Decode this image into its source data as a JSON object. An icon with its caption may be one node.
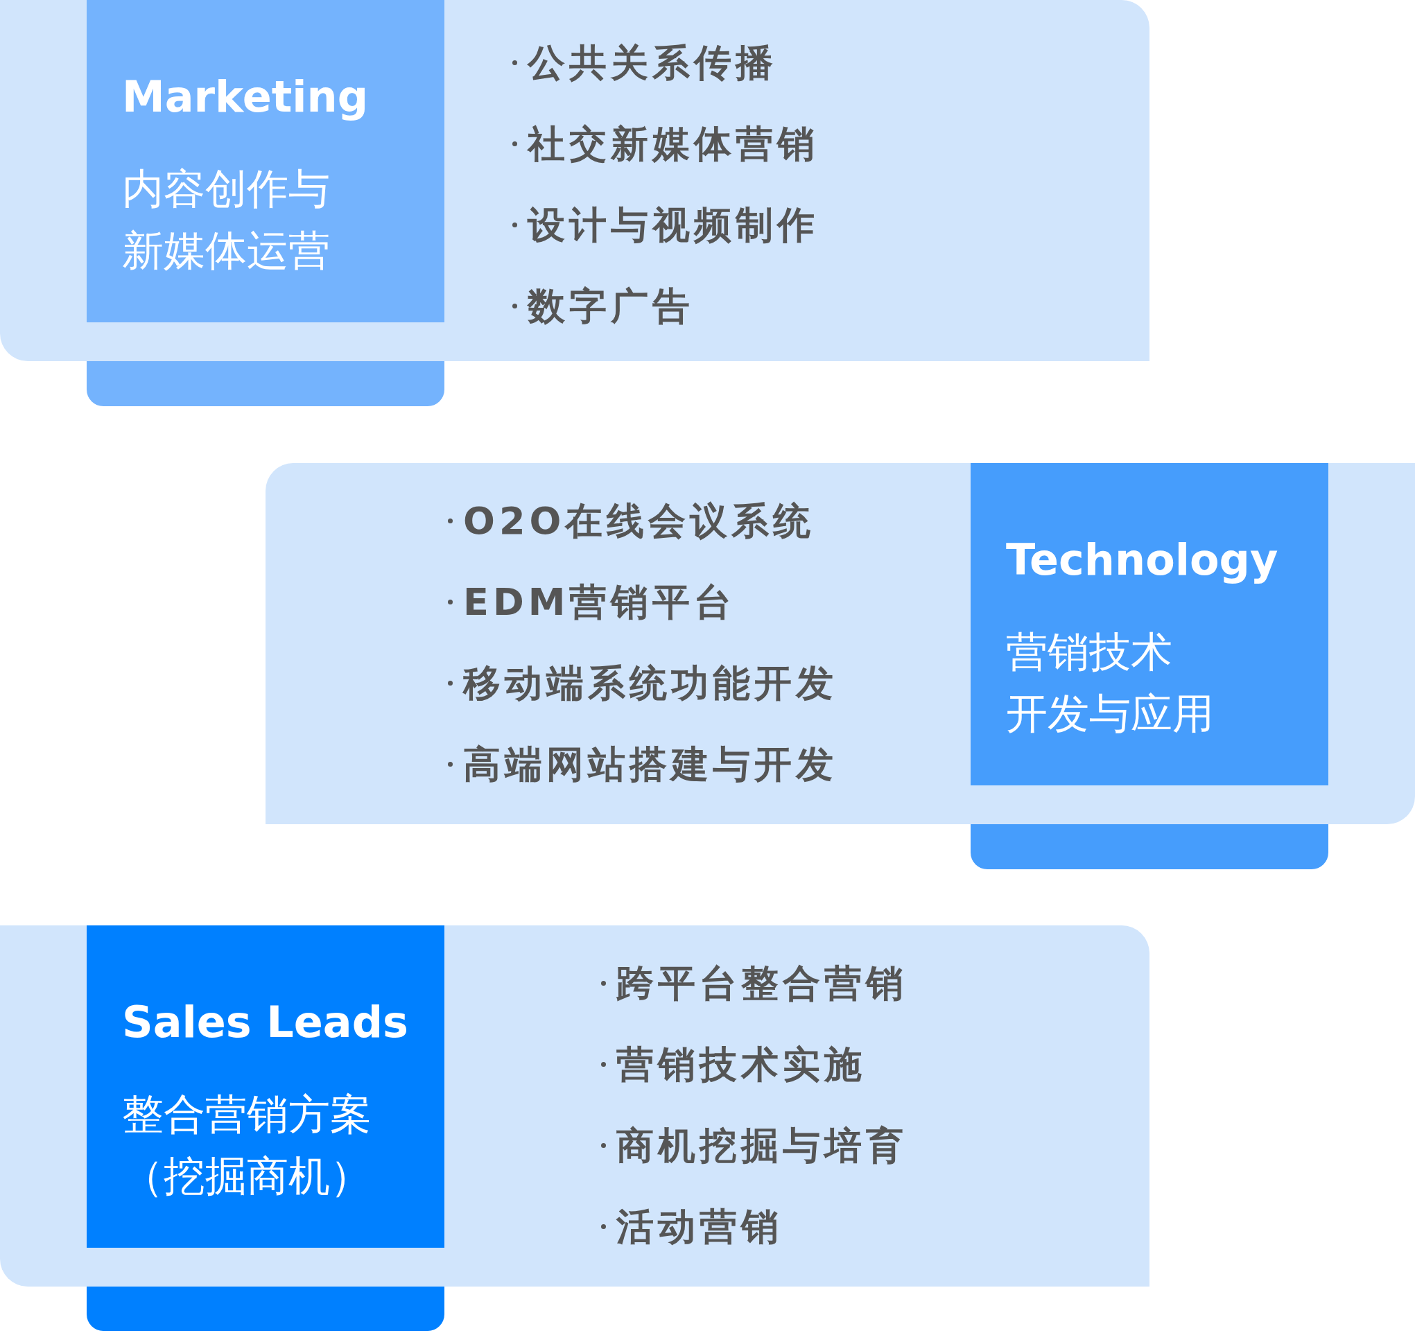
{
  "diagram": {
    "nodes": [
      {
        "text": [
          "公共关系传播",
          "社交新媒体营销",
          "设计与视频制作",
          "数字广告"
        ]
      },
      {
        "text": [
          "Marketing",
          "内容创作与新媒体运营"
        ],
        "in": 0
      },
      {
        "text": [
          "O2O在线会议系统",
          "EDM营销平台",
          "移动端系统功能开发",
          "高端网站搭建与开发"
        ]
      },
      {
        "text": [
          "Technology",
          "营销技术开发与应用"
        ],
        "in": 2
      },
      {
        "text": [
          "跨平台整合营销",
          "营销技术实施",
          "商机挖掘与培育",
          "活动营销"
        ]
      },
      {
        "text": [
          "Sales Leads",
          "整合营销方案（挖掘商机）"
        ],
        "in": 4
      }
    ],
    "edges": []
  }
}
